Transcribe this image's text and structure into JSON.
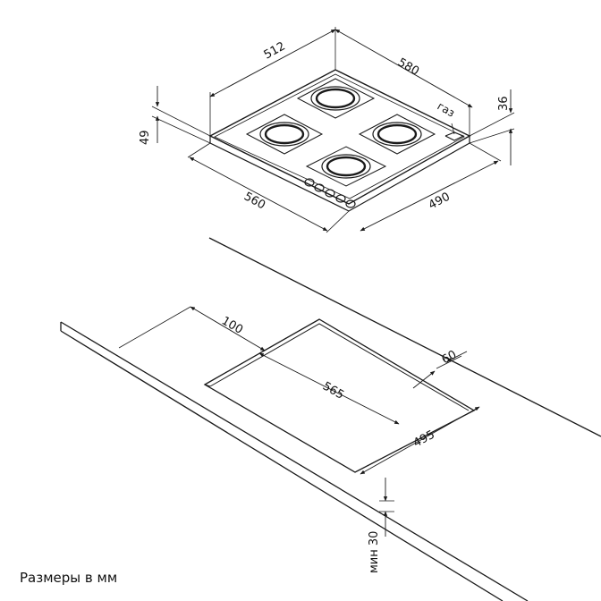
{
  "hob": {
    "dim_top_left": "512",
    "dim_top_right": "580",
    "dim_gas": "газ",
    "dim_height_right": "36",
    "dim_height_left": "49",
    "dim_bottom_left": "560",
    "dim_bottom_right": "490"
  },
  "countertop": {
    "dim_offset": "100",
    "dim_back": "60",
    "dim_cut_width": "565",
    "dim_cut_depth": "495",
    "dim_min_thickness": "мин 30"
  },
  "caption": "Размеры в мм",
  "colors": {
    "line": "#1a1a1a",
    "background": "#ffffff"
  }
}
